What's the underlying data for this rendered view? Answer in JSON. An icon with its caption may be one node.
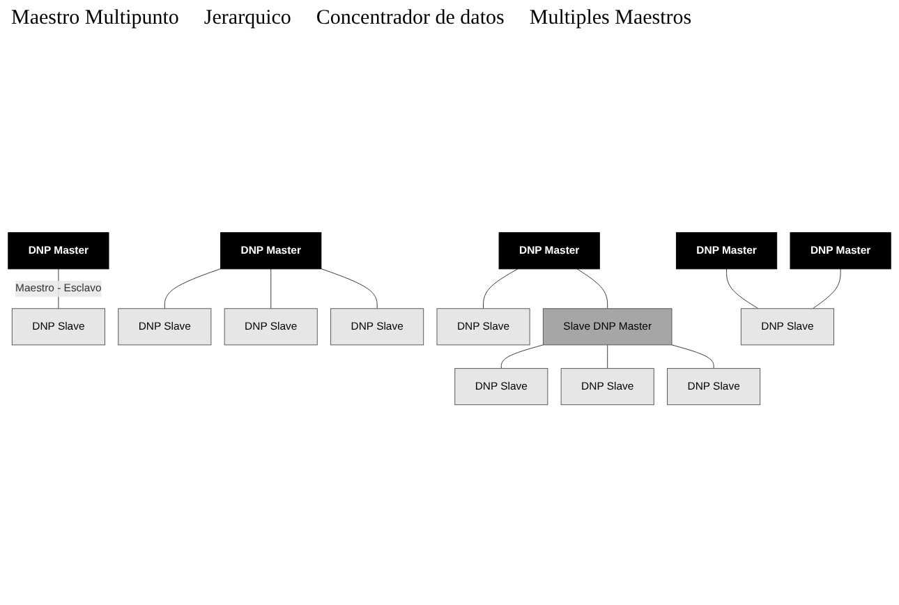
{
  "diagram": {
    "nodes": [
      {
        "text": [
          "DNP Master"
        ]
      },
      {
        "text": [
          "DNP Slave"
        ]
      },
      {
        "text": [
          "DNP Master"
        ]
      },
      {
        "text": [
          "DNP Slave"
        ]
      },
      {
        "text": [
          "DNP Slave"
        ]
      },
      {
        "text": [
          "DNP Slave"
        ]
      },
      {
        "text": [
          "DNP Master"
        ]
      },
      {
        "text": [
          "DNP Slave"
        ]
      },
      {
        "text": [
          "Slave DNP Master"
        ]
      },
      {
        "text": [
          "DNP Slave"
        ]
      },
      {
        "text": [
          "DNP Slave"
        ]
      },
      {
        "text": [
          "DNP Slave"
        ]
      },
      {
        "text": [
          "DNP Master"
        ]
      },
      {
        "text": [
          "DNP Master"
        ]
      },
      {
        "text": [
          "DNP Slave"
        ]
      }
    ],
    "edges": [
      {
        "from": 0,
        "to": 1,
        "arrow": "none",
        "label": "Maestro - Esclavo"
      },
      {
        "from": 2,
        "to": 3,
        "arrow": "none"
      },
      {
        "from": 2,
        "to": 4,
        "arrow": "none"
      },
      {
        "from": 2,
        "to": 5,
        "arrow": "none"
      },
      {
        "from": 6,
        "to": 7,
        "arrow": "none"
      },
      {
        "from": 6,
        "to": 8,
        "arrow": "none"
      },
      {
        "from": 8,
        "to": 9,
        "arrow": "none"
      },
      {
        "from": 8,
        "to": 10,
        "arrow": "none"
      },
      {
        "from": 8,
        "to": 11,
        "arrow": "none"
      },
      {
        "from": 12,
        "to": 14,
        "arrow": "none"
      },
      {
        "from": 13,
        "to": 14,
        "arrow": "none"
      }
    ],
    "labels": [
      "Maestro Multipunto",
      "Jerarquico",
      "Concentrador de datos",
      "Multiples Maestros"
    ]
  }
}
